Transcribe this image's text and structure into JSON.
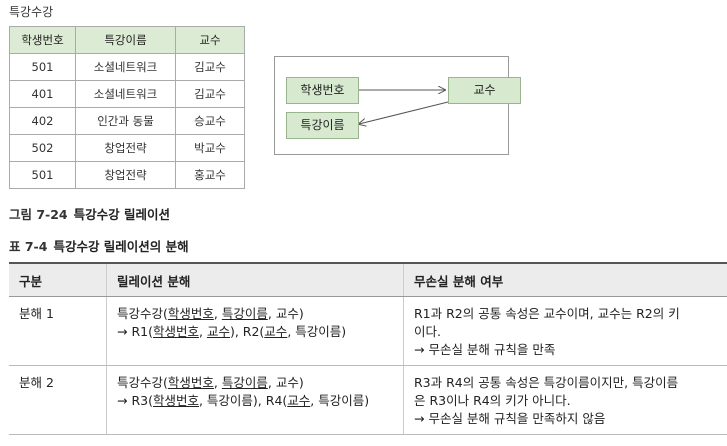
{
  "top_caption": "특강수강",
  "relation_table": {
    "headers": [
      "학생번호",
      "특강이름",
      "교수"
    ],
    "rows": [
      [
        "501",
        "소셜네트워크",
        "김교수"
      ],
      [
        "401",
        "소셜네트워크",
        "김교수"
      ],
      [
        "402",
        "인간과 동물",
        "승교수"
      ],
      [
        "502",
        "창업전략",
        "박교수"
      ],
      [
        "501",
        "창업전략",
        "홍교수"
      ]
    ]
  },
  "fd_diagram": {
    "node_student": "학생번호",
    "node_course": "특강이름",
    "node_professor": "교수"
  },
  "figure_caption": {
    "number": "그림 7-24",
    "title": "특강수강 릴레이션"
  },
  "table_caption": {
    "number": "표 7-4",
    "title": "특강수강 릴레이션의 분해"
  },
  "decomp_table": {
    "headers": [
      "구분",
      "릴레이션 분해",
      "무손실 분해 여부"
    ],
    "rows": [
      {
        "label": "분해 1",
        "rel_prefix": "특강수강(",
        "rel_a": "학생번호",
        "rel_sep1": ", ",
        "rel_b": "특강이름",
        "rel_suffix": ", 교수)",
        "dec_arrow": "→ R1(",
        "dec_p1": "학생번호",
        "dec_m1": ", ",
        "dec_p2": "교수",
        "dec_m2": "), R2(",
        "dec_p3": "교수",
        "dec_m3": ", 특강이름)",
        "result_line1": "R1과 R2의 공통 속성은 교수이며, 교수는 R2의 키",
        "result_line2": "이다.",
        "result_line3": "→ 무손실 분해 규칙을 만족"
      },
      {
        "label": "분해 2",
        "rel_prefix": "특강수강(",
        "rel_a": "학생번호",
        "rel_sep1": ", ",
        "rel_b": "특강이름",
        "rel_suffix": ", 교수)",
        "dec_arrow": "→ R3(",
        "dec_p1": "학생번호",
        "dec_m1": ", 특강이름), R4(",
        "dec_p2": "교수",
        "dec_m2": ", 특강이름)",
        "result_line1": "R3과 R4의 공통 속성은 특강이름이지만, 특강이름",
        "result_line2": "은 R3이나 R4의 키가 아니다.",
        "result_line3": "→ 무손실 분해 규칙을 만족하지 않음"
      }
    ]
  },
  "colors": {
    "header_green": "#dcebd3",
    "node_green": "#d7ead0",
    "table_header_gray": "#ececec"
  }
}
